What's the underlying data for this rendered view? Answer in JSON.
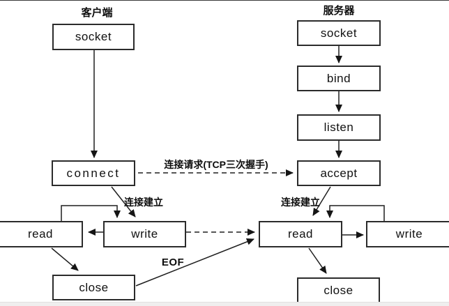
{
  "colors": {
    "line": "#1f1f1f",
    "box_border": "#2b2b2b",
    "background": "#ffffff",
    "bottom_strip": "#efeeee"
  },
  "headers": {
    "client": "客户端",
    "server": "服务器"
  },
  "nodes": {
    "client_socket": "socket",
    "client_connect": "connect",
    "client_write": "write",
    "client_read": "read",
    "client_close": "close",
    "server_socket": "socket",
    "server_bind": "bind",
    "server_listen": "listen",
    "server_accept": "accept",
    "server_read": "read",
    "server_write": "write",
    "server_close": "close"
  },
  "edge_labels": {
    "handshake": "连接请求(TCP三次握手)",
    "connection_established_client": "连接建立",
    "connection_established_server": "连接建立",
    "eof": "EOF"
  }
}
